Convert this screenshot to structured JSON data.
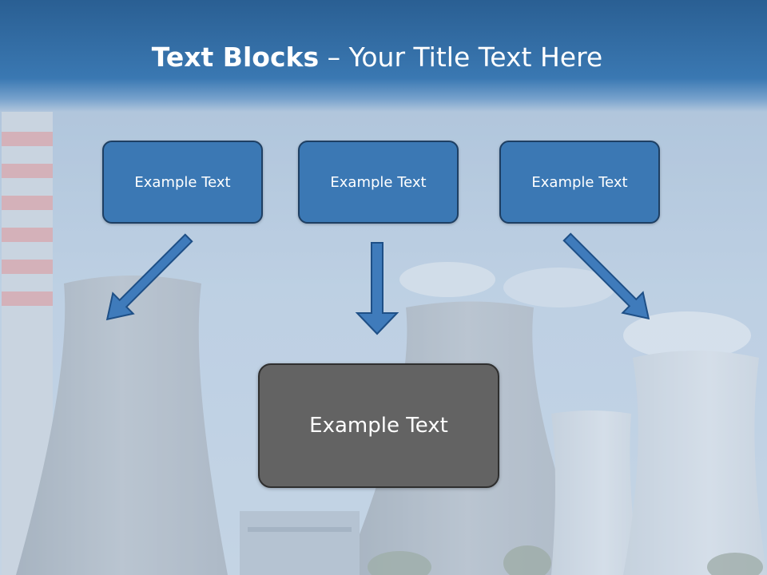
{
  "slide": {
    "title_bold": "Text Blocks",
    "title_dash": "–",
    "title_rest": "Your Title Text Here",
    "boxes": [
      {
        "label": "Example Text"
      },
      {
        "label": "Example Text"
      },
      {
        "label": "Example Text"
      }
    ],
    "main_box": {
      "label": "Example Text"
    },
    "background_image": "power-plant-cooling-towers-photo",
    "colors": {
      "header": "#2f6aa3",
      "box_fill": "#3b78b4",
      "box_border": "#1e3f63",
      "main_fill": "#636363",
      "arrow_fill": "#3f7bbb"
    }
  }
}
